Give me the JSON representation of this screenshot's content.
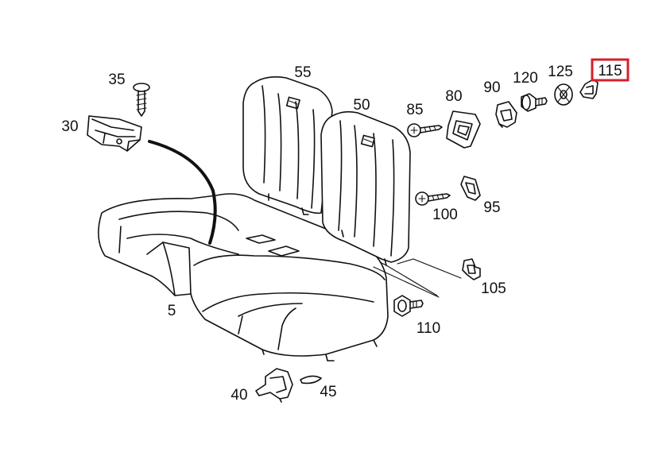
{
  "labels": {
    "p5": "5",
    "p30": "30",
    "p35": "35",
    "p40": "40",
    "p45": "45",
    "p50": "50",
    "p55": "55",
    "p80": "80",
    "p85": "85",
    "p90": "90",
    "p95": "95",
    "p100": "100",
    "p105": "105",
    "p110": "110",
    "p115": "115",
    "p120": "120",
    "p125": "125"
  },
  "highlight_color": "#d5202a",
  "highlighted_part": "115"
}
